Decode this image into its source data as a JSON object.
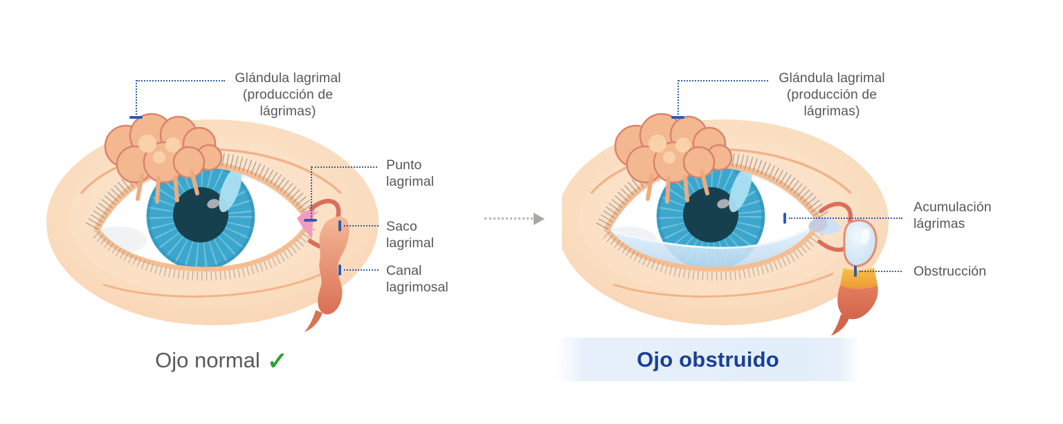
{
  "left_panel": {
    "caption": "Ojo normal",
    "check_mark": "✓",
    "label_gland": "Glándula lagrimal\n(producción de\nlágrimas)",
    "label_punto": "Punto\nlagrimal",
    "label_saco": "Saco\nlagrimal",
    "label_canal": "Canal\nlagrimosal"
  },
  "right_panel": {
    "caption": "Ojo obstruido",
    "label_gland": "Glándula lagrimal\n(producción de\nlágrimas)",
    "label_acumulacion": "Acumulación\nlágrimas",
    "label_obstruccion": "Obstrucción"
  },
  "colors": {
    "leader_blue": "#2e5da8",
    "label_text": "#55565a",
    "caption_gray": "#58595b",
    "caption_blue": "#1a3f97",
    "check_green": "#2ba237",
    "band_blue": "#e4effa",
    "iris_blue": "#3ca6cc",
    "skin_peach": "#f8d4b3",
    "duct_salmon": "#db6e5a",
    "tear_blue": "#bbd8f0",
    "obstruction_orange": "#eb9a35"
  }
}
